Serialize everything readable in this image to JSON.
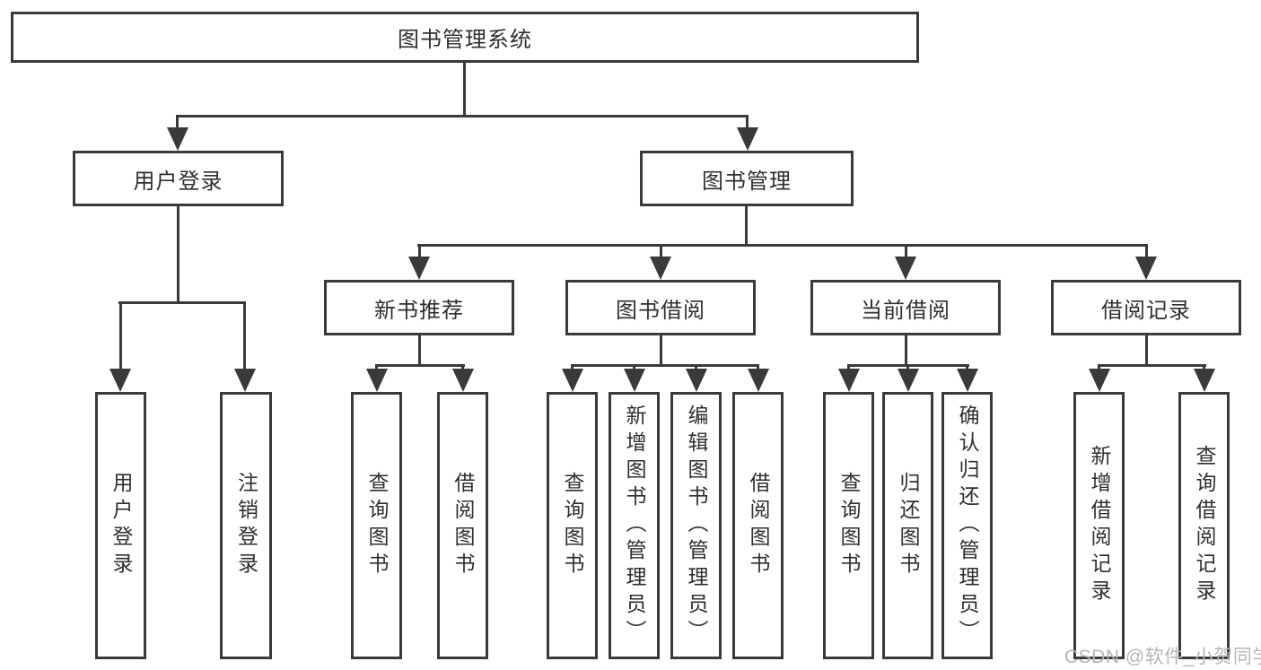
{
  "diagram": {
    "root": {
      "label": "图书管理系统"
    },
    "branches": [
      {
        "label": "用户登录",
        "children": [
          {
            "label": "用户登录"
          },
          {
            "label": "注销登录"
          }
        ]
      },
      {
        "label": "图书管理",
        "children": [
          {
            "label": "新书推荐",
            "children": [
              {
                "label": "查询图书"
              },
              {
                "label": "借阅图书"
              }
            ]
          },
          {
            "label": "图书借阅",
            "children": [
              {
                "label": "查询图书"
              },
              {
                "label": "新增图书（管理员）"
              },
              {
                "label": "编辑图书（管理员）"
              },
              {
                "label": "借阅图书"
              }
            ]
          },
          {
            "label": "当前借阅",
            "children": [
              {
                "label": "查询图书"
              },
              {
                "label": "归还图书"
              },
              {
                "label": "确认归还（管理员）"
              }
            ]
          },
          {
            "label": "借阅记录",
            "children": [
              {
                "label": "新增借阅记录"
              },
              {
                "label": "查询借阅记录"
              }
            ]
          }
        ]
      }
    ]
  },
  "watermark": {
    "text": "CSDN @软件_小贺同学"
  },
  "colors": {
    "line": "#3a3a3a",
    "text": "#2f2f2f",
    "watermark": "#b6b6b6",
    "background": "#ffffff"
  }
}
